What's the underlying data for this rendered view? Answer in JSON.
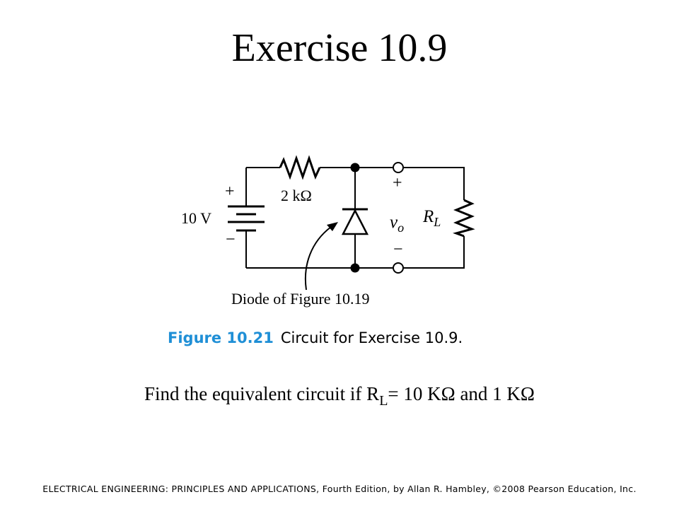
{
  "slide": {
    "title": "Exercise 10.9",
    "footer": "ELECTRICAL ENGINEERING: PRINCIPLES AND APPLICATIONS, Fourth Edition, by Allan R. Hambley, ©2008 Pearson Education, Inc."
  },
  "figure": {
    "number": "Figure 10.21",
    "caption": "Circuit for Exercise 10.9.",
    "labels": {
      "resistor": "2 kΩ",
      "source": "10 V",
      "source_plus": "+",
      "source_minus": "−",
      "out_plus": "+",
      "out_minus": "−",
      "vo_main": "v",
      "vo_sub": "o",
      "rl_main": "R",
      "rl_sub": "L",
      "diode_note": "Diode of Figure 10.19"
    }
  },
  "question": {
    "before": "Find the equivalent circuit if R",
    "sub": "L",
    "after": "= 10 KΩ and 1 KΩ"
  }
}
